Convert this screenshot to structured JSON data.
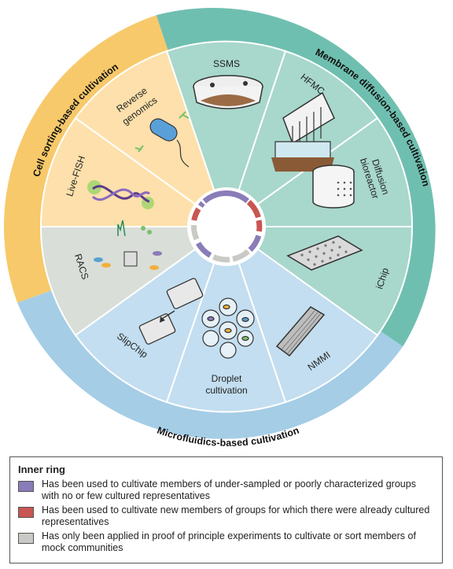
{
  "ring_labels": {
    "cell_sorting": "Cell sorting-based cultivation",
    "membrane": "Membrane diffusion-based cultivation",
    "microfluidics": "Microfluidics-based cultivation"
  },
  "segments": {
    "ssms": "SSMS",
    "hfmc": "HFMC",
    "diffusion_line1": "Diffusion",
    "diffusion_line2": "bioreactor",
    "ichip": "iChip",
    "nmmi": "NMMI",
    "droplet_line1": "Droplet",
    "droplet_line2": "cultivation",
    "slipchip": "SlipChip",
    "racs": "RACS",
    "livefish": "Live-FISH",
    "reverse_line1": "Reverse",
    "reverse_line2": "genomics"
  },
  "colors": {
    "orange": "#f7c96a",
    "orange_light": "#fde0ab",
    "teal": "#6fbfb0",
    "teal_light": "#a8d7cc",
    "blue": "#a5cde6",
    "blue_light": "#c3def0",
    "purple": "#8a7cb8",
    "red": "#c85652",
    "gray": "#c9c9c5"
  },
  "legend": {
    "title": "Inner ring",
    "items": [
      {
        "color": "#8a7cb8",
        "text": "Has been used to cultivate members of under-sampled or poorly characterized groups with no or few cultured representatives"
      },
      {
        "color": "#c85652",
        "text": "Has been used to cultivate new members of groups for which there were already cultured representatives"
      },
      {
        "color": "#c9c9c5",
        "text": "Has only been applied in proof of principle experiments to cultivate or sort members of mock communities"
      }
    ]
  }
}
